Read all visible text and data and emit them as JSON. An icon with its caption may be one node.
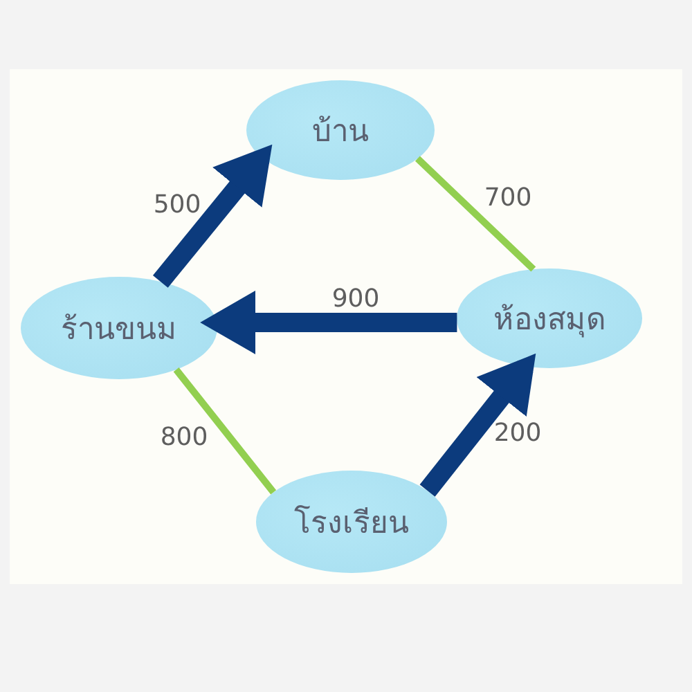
{
  "diagram": {
    "nodes": [
      {
        "text": [
          "บ้าน"
        ]
      },
      {
        "text": [
          "ร้านขนม"
        ]
      },
      {
        "text": [
          "ห้องสมุด"
        ]
      },
      {
        "text": [
          "โรงเรียน"
        ]
      }
    ],
    "edges": [
      {
        "from": 1,
        "to": 0,
        "arrow": "to",
        "label": "500"
      },
      {
        "from": 0,
        "to": 2,
        "arrow": "none",
        "label": "700",
        "color": "#92cf50"
      },
      {
        "from": 2,
        "to": 1,
        "arrow": "to",
        "label": "900"
      },
      {
        "from": 1,
        "to": 3,
        "arrow": "none",
        "label": "800",
        "color": "#92cf50"
      },
      {
        "from": 3,
        "to": 2,
        "arrow": "to",
        "label": "200"
      }
    ]
  }
}
